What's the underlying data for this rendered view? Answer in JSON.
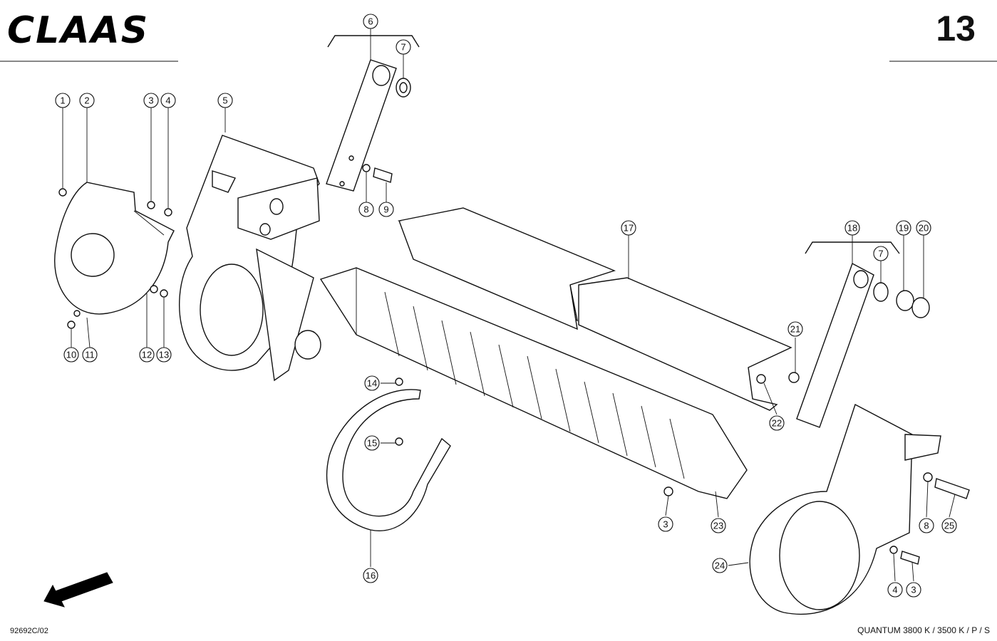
{
  "header": {
    "brand": "CLAAS",
    "page_number": "13"
  },
  "footer": {
    "drawing_number": "92692C/02",
    "model": "QUANTUM 3800 K / 3500 K / P / S"
  },
  "callouts": [
    {
      "id": "c1",
      "label": "1"
    },
    {
      "id": "c2",
      "label": "2"
    },
    {
      "id": "c3a",
      "label": "3"
    },
    {
      "id": "c4a",
      "label": "4"
    },
    {
      "id": "c5",
      "label": "5"
    },
    {
      "id": "c6",
      "label": "6"
    },
    {
      "id": "c7a",
      "label": "7"
    },
    {
      "id": "c8a",
      "label": "8"
    },
    {
      "id": "c9",
      "label": "9"
    },
    {
      "id": "c10",
      "label": "10"
    },
    {
      "id": "c11",
      "label": "11"
    },
    {
      "id": "c12",
      "label": "12"
    },
    {
      "id": "c13",
      "label": "13"
    },
    {
      "id": "c14",
      "label": "14"
    },
    {
      "id": "c15",
      "label": "15"
    },
    {
      "id": "c16",
      "label": "16"
    },
    {
      "id": "c17",
      "label": "17"
    },
    {
      "id": "c18",
      "label": "18"
    },
    {
      "id": "c7b",
      "label": "7"
    },
    {
      "id": "c19",
      "label": "19"
    },
    {
      "id": "c20",
      "label": "20"
    },
    {
      "id": "c21",
      "label": "21"
    },
    {
      "id": "c22",
      "label": "22"
    },
    {
      "id": "c3b",
      "label": "3"
    },
    {
      "id": "c23",
      "label": "23"
    },
    {
      "id": "c24",
      "label": "24"
    },
    {
      "id": "c8b",
      "label": "8"
    },
    {
      "id": "c25",
      "label": "25"
    },
    {
      "id": "c4b",
      "label": "4"
    },
    {
      "id": "c3c",
      "label": "3"
    }
  ]
}
